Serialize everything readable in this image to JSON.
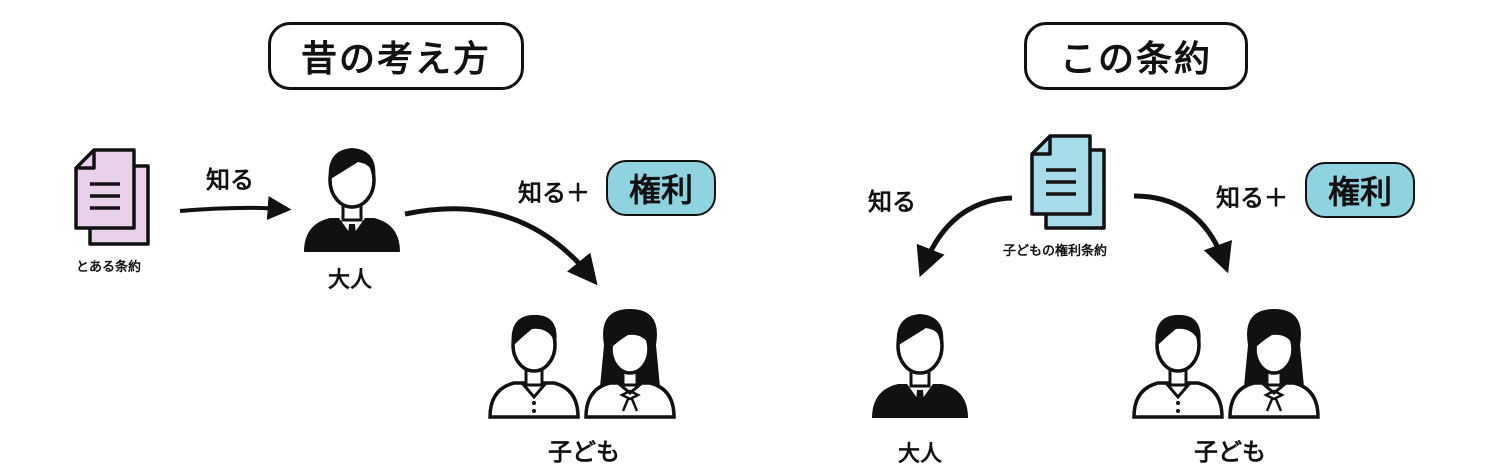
{
  "left": {
    "title": "昔の考え方",
    "doc_label": "とある条約",
    "arrow1_label": "知る",
    "adult_label": "大人",
    "arrow2_label": "知る＋",
    "rights": "権利",
    "children_label": "子ども"
  },
  "right": {
    "title": "この条約",
    "doc_label": "子どもの権利条約",
    "arrow_left_label": "知る",
    "arrow_right_label": "知る＋",
    "rights": "権利",
    "adult_label": "大人",
    "children_label": "子ども"
  },
  "colors": {
    "doc_left": "#e9d1ec",
    "doc_left_back": "#e9d1ec",
    "doc_right": "#a8dcea",
    "pill": "#8fd3e0",
    "ink": "#111111"
  }
}
